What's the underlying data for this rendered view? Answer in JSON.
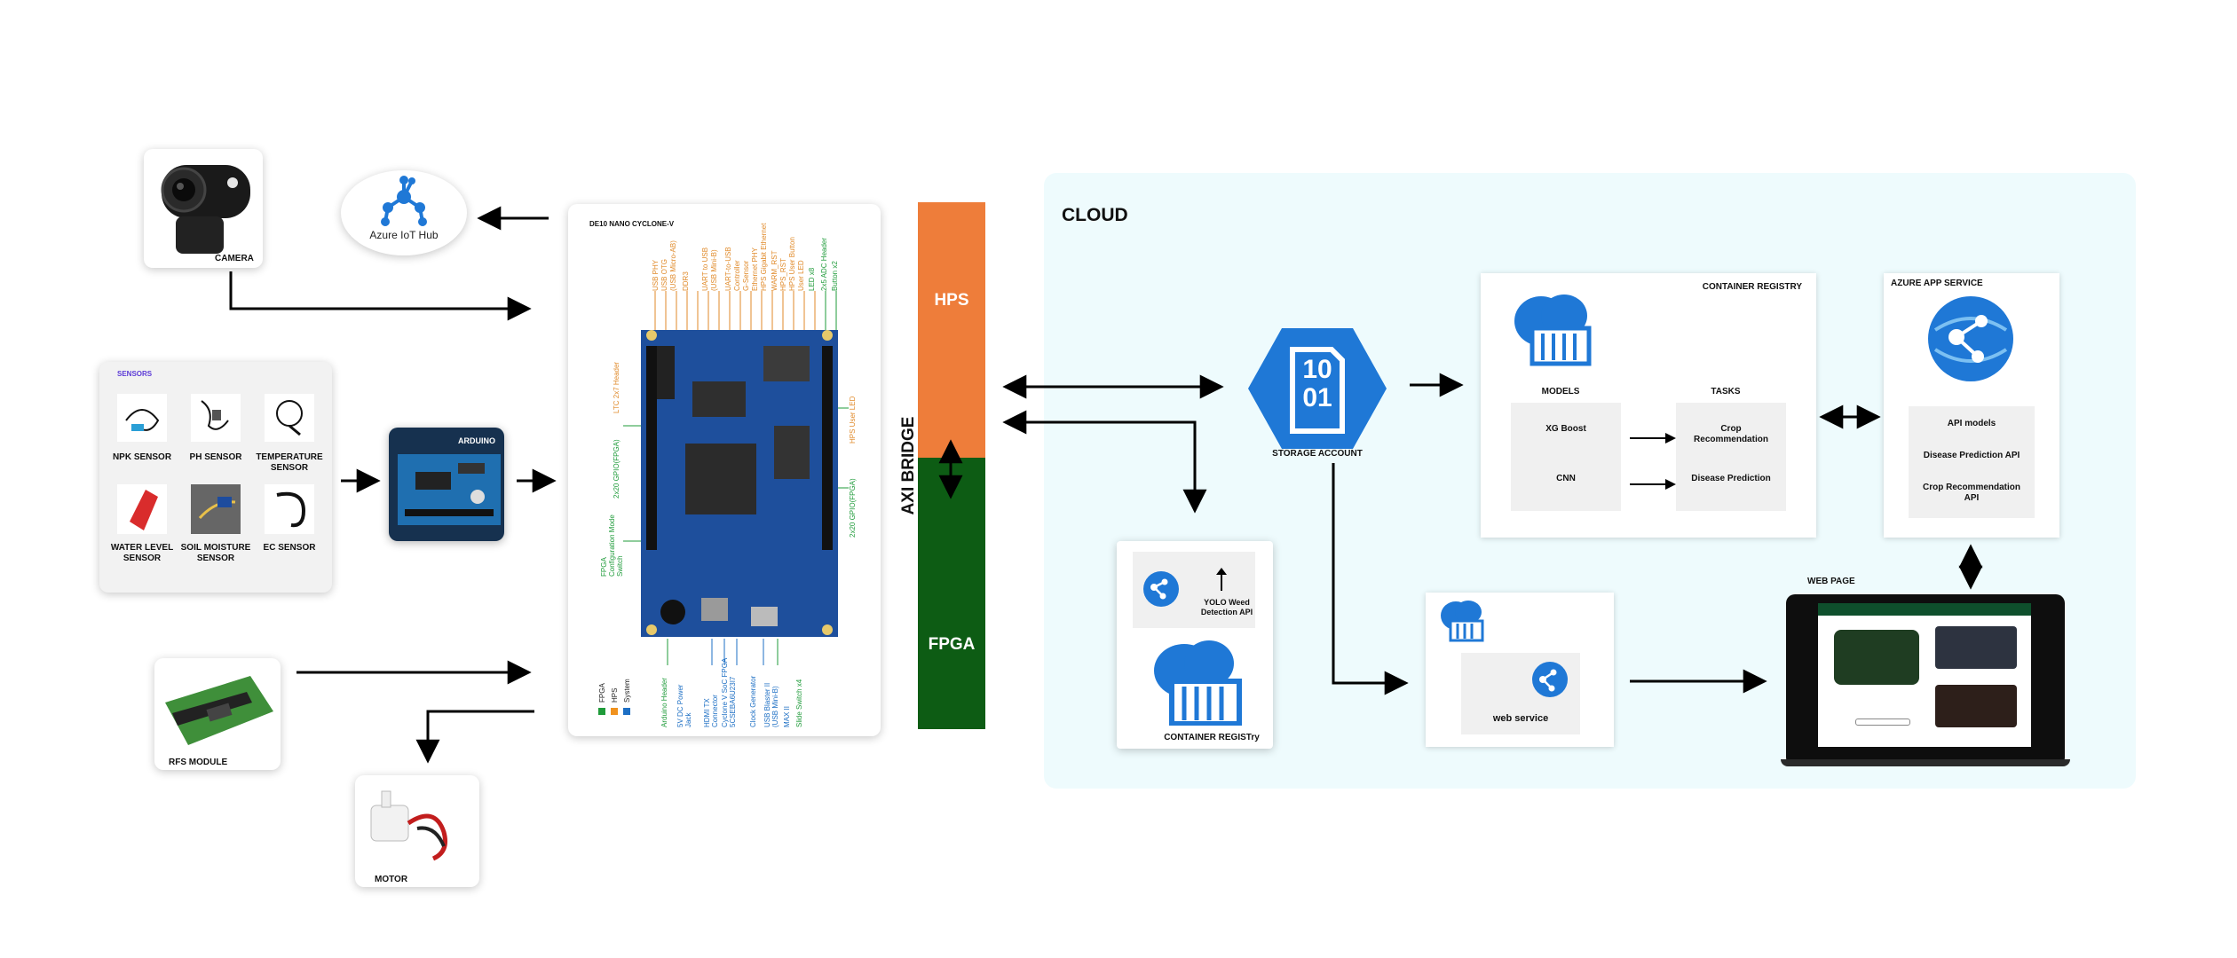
{
  "cloud": {
    "title": "CLOUD"
  },
  "camera": {
    "label": "CAMERA"
  },
  "iot_hub": {
    "label": "Azure IoT Hub"
  },
  "sensors": {
    "title": "SENSORS",
    "items": [
      "NPK SENSOR",
      "PH SENSOR",
      "TEMPERATURE SENSOR",
      "WATER LEVEL SENSOR",
      "SOIL MOISTURE SENSOR",
      "EC SENSOR"
    ]
  },
  "arduino": {
    "label": "ARDUINO"
  },
  "rfs": {
    "label": "RFS MODULE"
  },
  "motor": {
    "label": "MOTOR"
  },
  "board": {
    "title": "DE10 NANO CYCLONE-V",
    "top_pins": [
      "USB PHY",
      "USB OTG",
      "(USB Micro-AB)",
      "DDR3",
      "UART to USB",
      "(USB Mini-B)",
      "UART-to-USB",
      "Controller",
      "G-Sensor",
      "Ethernet PHY",
      "HPS Gigabit Ethernet",
      "WARM_RST",
      "HPS_RST",
      "HPS User Button",
      "User LED",
      "LED x8",
      "2x5 ADC Header",
      "Button x2"
    ],
    "left_labels": [
      "LTC 2x7 Header",
      "2x20 GPIO(FPGA)",
      "FPGA Configuration Mode Switch"
    ],
    "right_labels": [
      "HPS User LED",
      "2x20 GPIO(FPGA)"
    ],
    "bottom_pins": [
      "Arduino Header",
      "5V DC Power Jack",
      "HDMI TX Connector",
      "Cyclone V SoC FPGA 5CSEBA6U23I7",
      "Clock Generator",
      "USB Blaster II (USB Mini-B)",
      "MAX II",
      "Slide Switch x4"
    ],
    "legend": [
      "FPGA",
      "HPS",
      "System"
    ]
  },
  "axi": {
    "label": "AXI BRIDGE",
    "hps": "HPS",
    "fpga": "FPGA"
  },
  "storage": {
    "label": "STORAGE ACCOUNT",
    "glyph_top": "10",
    "glyph_bottom": "01"
  },
  "registry_small": {
    "api": "YOLO Weed Detection API",
    "label": "CONTAINER REGISTry"
  },
  "registry_main": {
    "title": "CONTAINER REGISTRY",
    "models_header": "MODELS",
    "tasks_header": "TASKS",
    "models": [
      "XG Boost",
      "CNN"
    ],
    "tasks": [
      "Crop Recommendation",
      "Disease Prediction"
    ]
  },
  "app_service": {
    "title": "AZURE APP SERVICE",
    "apis": [
      "API models",
      "Disease Prediction API",
      "Crop Recommendation API"
    ]
  },
  "web_service": {
    "label": "web service"
  },
  "web_page": {
    "title": "WEB PAGE"
  },
  "colors": {
    "hps": "#ee7d3a",
    "fpga": "#0d5c14",
    "cloud_bg": "#eefbfd",
    "azure": "#1f78d6",
    "legend_fpga": "#1f9b3a",
    "legend_hps": "#f0921e",
    "legend_system": "#1d6fc4"
  },
  "icons": [
    "camera-icon",
    "iot-hub-icon",
    "arduino-board-icon",
    "rfs-module-icon",
    "motor-pump-icon",
    "storage-account-icon",
    "container-registry-icon",
    "app-service-icon",
    "laptop-icon"
  ]
}
